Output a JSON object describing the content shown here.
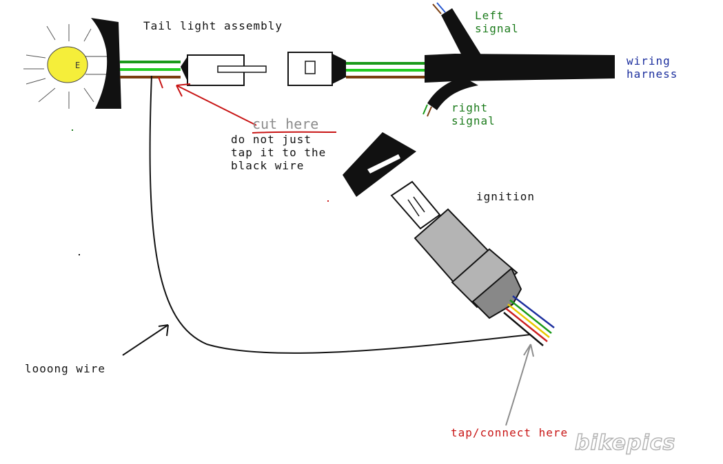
{
  "labels": {
    "tail_light": "Tail light assembly",
    "left_signal_1": "Left",
    "left_signal_2": "signal",
    "wiring_1": "wiring",
    "wiring_2": "harness",
    "right_signal_1": "right",
    "right_signal_2": "signal",
    "cut_here": "cut here",
    "note_1": "do not just",
    "note_2": "tap it to the",
    "note_3": "black wire",
    "ignition": "ignition",
    "long_wire": "looong wire",
    "tap_connect": "tap/connect here"
  },
  "watermark": "bikepics",
  "bulb_letter": "E",
  "colors": {
    "black": "#111111",
    "green": "#1a7a1a",
    "bright_green": "#22cc22",
    "brown": "#7a3e10",
    "blue": "#1c2f9e",
    "red": "#c81414",
    "gray": "#8c8c8c",
    "bulb": "#f5ee3a",
    "ignition_body": "#b4b4b4",
    "ignition_cap": "#888888"
  }
}
